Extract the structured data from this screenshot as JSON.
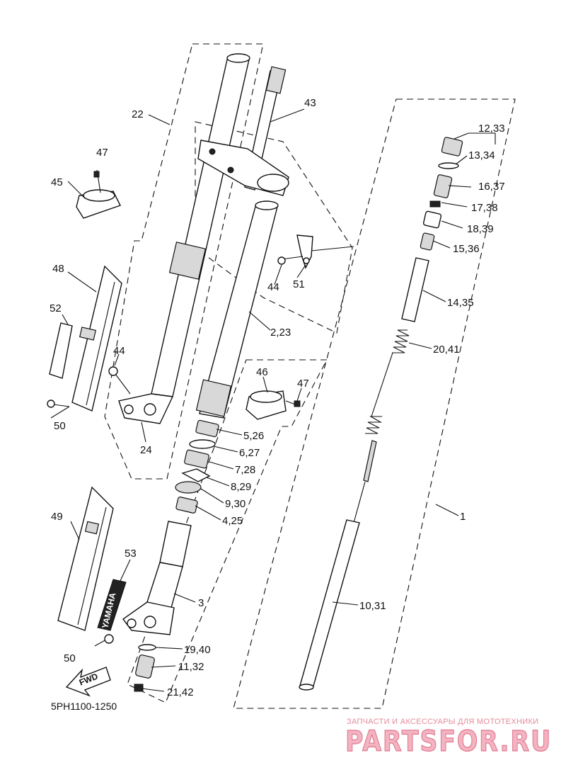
{
  "diagram": {
    "drawing_code": "5PH1100-1250",
    "fwd_label": "FWD",
    "brand_decal": "YAMAHA",
    "callouts": [
      {
        "id": "c22",
        "text": "22"
      },
      {
        "id": "c43",
        "text": "43"
      },
      {
        "id": "c47a",
        "text": "47"
      },
      {
        "id": "c45",
        "text": "45"
      },
      {
        "id": "c48",
        "text": "48"
      },
      {
        "id": "c52",
        "text": "52"
      },
      {
        "id": "c44a",
        "text": "44"
      },
      {
        "id": "c50a",
        "text": "50"
      },
      {
        "id": "c24",
        "text": "24"
      },
      {
        "id": "c44b",
        "text": "44"
      },
      {
        "id": "c51",
        "text": "51"
      },
      {
        "id": "c223",
        "text": "2,23"
      },
      {
        "id": "c46",
        "text": "46"
      },
      {
        "id": "c47b",
        "text": "47"
      },
      {
        "id": "c1233",
        "text": "12,33"
      },
      {
        "id": "c1334",
        "text": "13,34"
      },
      {
        "id": "c1637",
        "text": "16,37"
      },
      {
        "id": "c1738",
        "text": "17,38"
      },
      {
        "id": "c1839",
        "text": "18,39"
      },
      {
        "id": "c1536",
        "text": "15,36"
      },
      {
        "id": "c1435",
        "text": "14,35"
      },
      {
        "id": "c2041",
        "text": "20,41"
      },
      {
        "id": "c526",
        "text": "5,26"
      },
      {
        "id": "c627",
        "text": "6,27"
      },
      {
        "id": "c728",
        "text": "7,28"
      },
      {
        "id": "c829",
        "text": "8,29"
      },
      {
        "id": "c930",
        "text": "9,30"
      },
      {
        "id": "c425",
        "text": "4,25"
      },
      {
        "id": "c1",
        "text": "1"
      },
      {
        "id": "c3",
        "text": "3"
      },
      {
        "id": "c49",
        "text": "49"
      },
      {
        "id": "c53",
        "text": "53"
      },
      {
        "id": "c1031",
        "text": "10,31"
      },
      {
        "id": "c1940",
        "text": "19,40"
      },
      {
        "id": "c1132",
        "text": "11,32"
      },
      {
        "id": "c50b",
        "text": "50"
      },
      {
        "id": "c2142",
        "text": "21,42"
      }
    ]
  },
  "watermark": {
    "tagline": "ЗАПЧАСТИ И АКСЕССУАРЫ ДЛЯ МОТОТЕХНИКИ",
    "logo_text": "PARTSFOR.RU"
  }
}
